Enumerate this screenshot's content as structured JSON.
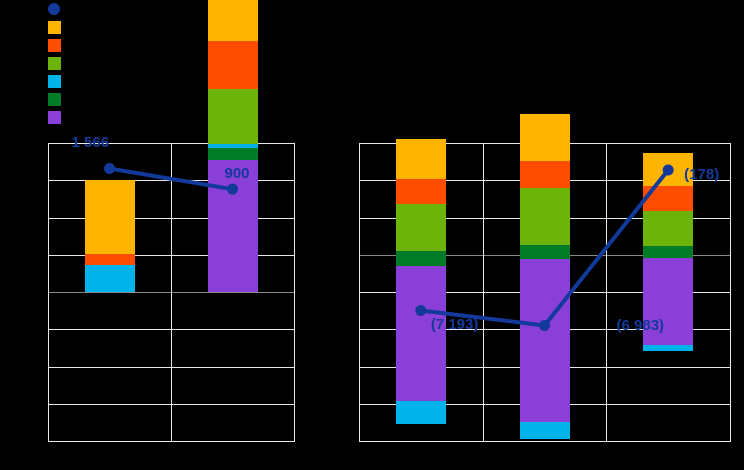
{
  "background": "#000000",
  "accent_line_color": "#13399B",
  "gridline_color": "#e8e8e8",
  "legend": {
    "items": [
      {
        "name": "series-line",
        "shape": "circle",
        "color": "#13399B",
        "label": ""
      },
      {
        "name": "series-amber",
        "shape": "square",
        "color": "#FFB400",
        "label": ""
      },
      {
        "name": "series-orange-red",
        "shape": "square",
        "color": "#FF4D00",
        "label": ""
      },
      {
        "name": "series-yellow-green",
        "shape": "square",
        "color": "#6CB40A",
        "label": ""
      },
      {
        "name": "series-cyan",
        "shape": "square",
        "color": "#00B4EB",
        "label": ""
      },
      {
        "name": "series-dark-green",
        "shape": "square",
        "color": "#007C28",
        "label": ""
      },
      {
        "name": "series-purple",
        "shape": "square",
        "color": "#8B3FD9",
        "label": ""
      }
    ]
  },
  "chart_data": [
    {
      "id": "left-chart",
      "type": "bar",
      "title": "",
      "xlabel": "",
      "ylabel": "",
      "grid": true,
      "grid_rows": 8,
      "grid_cols": 2,
      "categories": [
        "",
        ""
      ],
      "stack_order": [
        "purple",
        "dark-green",
        "cyan",
        "yellow-green",
        "orange-red",
        "amber"
      ],
      "series": [
        {
          "name": "purple",
          "color": "#8B3FD9",
          "values": [
            0,
            3700
          ]
        },
        {
          "name": "dark-green",
          "color": "#007C28",
          "values": [
            0,
            330
          ]
        },
        {
          "name": "cyan",
          "color": "#00B4EB",
          "values": [
            770,
            110
          ]
        },
        {
          "name": "yellow-green",
          "color": "#6CB40A",
          "values": [
            0,
            1540
          ]
        },
        {
          "name": "orange-red",
          "color": "#FF4D00",
          "values": [
            300,
            1360
          ]
        },
        {
          "name": "amber",
          "color": "#FFB400",
          "values": [
            2080,
            2900
          ]
        }
      ],
      "line_series": {
        "name": "trend",
        "color": "#13399B",
        "points": [
          {
            "x_index": 0,
            "label": "1 566",
            "y_value": 3460
          },
          {
            "x_index": 1,
            "label": "900",
            "y_value": 2880
          }
        ]
      }
    },
    {
      "id": "right-chart",
      "type": "bar",
      "title": "",
      "xlabel": "",
      "ylabel": "",
      "grid": true,
      "grid_rows": 8,
      "grid_cols": 3,
      "categories": [
        "",
        "",
        ""
      ],
      "stack_order": [
        "cyan",
        "purple",
        "dark-green",
        "yellow-green",
        "orange-red",
        "amber"
      ],
      "series": [
        {
          "name": "cyan",
          "color": "#00B4EB",
          "values": [
            640,
            480,
            180
          ]
        },
        {
          "name": "purple",
          "color": "#8B3FD9",
          "values": [
            3800,
            4560,
            2420
          ]
        },
        {
          "name": "dark-green",
          "color": "#007C28",
          "values": [
            400,
            400,
            330
          ]
        },
        {
          "name": "yellow-green",
          "color": "#6CB40A",
          "values": [
            1330,
            1600,
            980
          ]
        },
        {
          "name": "orange-red",
          "color": "#FF4D00",
          "values": [
            700,
            760,
            700
          ]
        },
        {
          "name": "amber",
          "color": "#FFB400",
          "values": [
            1120,
            1300,
            940
          ]
        }
      ],
      "line_series": {
        "name": "trend",
        "color": "#13399B",
        "points": [
          {
            "x_index": 0,
            "label": "(7 193)",
            "y_value": 3180
          },
          {
            "x_index": 1,
            "label": "(6 983)",
            "y_value": 3180
          },
          {
            "x_index": 2,
            "label": "(178)",
            "y_value": 5070
          }
        ]
      }
    }
  ]
}
